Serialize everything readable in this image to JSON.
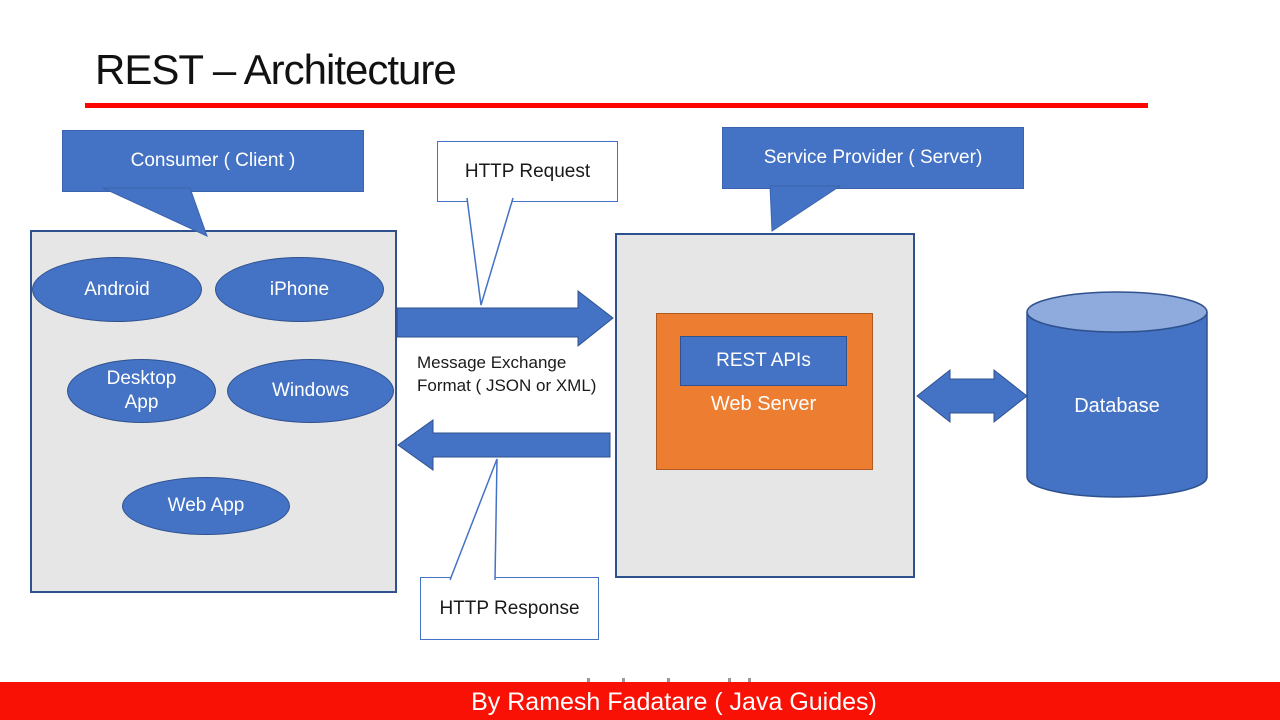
{
  "slide": {
    "title": "REST – Architecture",
    "footer_credit": "By Ramesh Fadatare ( Java Guides)"
  },
  "callouts": {
    "consumer": "Consumer ( Client )",
    "service_provider": "Service Provider ( Server)",
    "http_request": "HTTP Request",
    "http_response": "HTTP Response"
  },
  "client_box": {
    "items": [
      "Android",
      "iPhone",
      "Desktop App",
      "Windows",
      "Web App"
    ]
  },
  "exchange": {
    "line1": "Message Exchange",
    "line2": "Format ( JSON or XML)"
  },
  "server_box": {
    "rest_apis": "REST APIs",
    "web_server": "Web Server"
  },
  "database_label": "Database",
  "colors": {
    "shape_blue": "#4472C4",
    "shape_blue_border": "#2F528F",
    "cylinder_top_blue": "#8FAADC",
    "panel_gray": "#E7E6E6",
    "orange": "#ED7D31",
    "orange_border": "#AE5A21",
    "accent_red": "#F91105",
    "underline_red": "#FE0400"
  }
}
